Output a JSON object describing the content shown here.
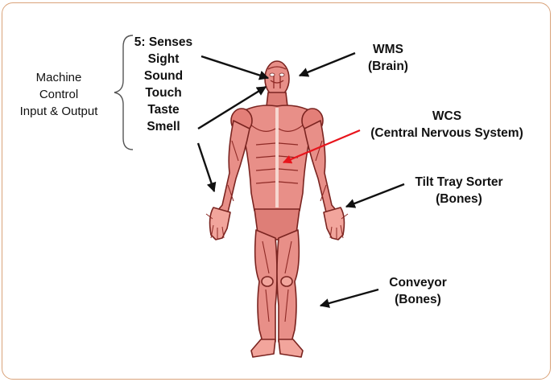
{
  "left_group": {
    "lines": [
      "Machine",
      "Control",
      "Input & Output"
    ]
  },
  "senses": {
    "heading": "5: Senses",
    "items": [
      "Sight",
      "Sound",
      "Touch",
      "Taste",
      "Smell"
    ]
  },
  "wms": {
    "title": "WMS",
    "subtitle": "(Brain)"
  },
  "wcs": {
    "title": "WCS",
    "subtitle": "(Central Nervous System)"
  },
  "tilt": {
    "title": "Tilt Tray Sorter",
    "subtitle": "(Bones)"
  },
  "conveyor": {
    "title": "Conveyor",
    "subtitle": "(Bones)"
  },
  "colors": {
    "frame_border": "#d9a37a",
    "muscle": "#e88f88",
    "muscle_dark": "#a33a35",
    "highlight_arrow": "#e8141c",
    "arrow": "#111111"
  },
  "icons": {
    "figure": "human-muscular-anatomy-illustration",
    "brace": "curly-brace"
  }
}
